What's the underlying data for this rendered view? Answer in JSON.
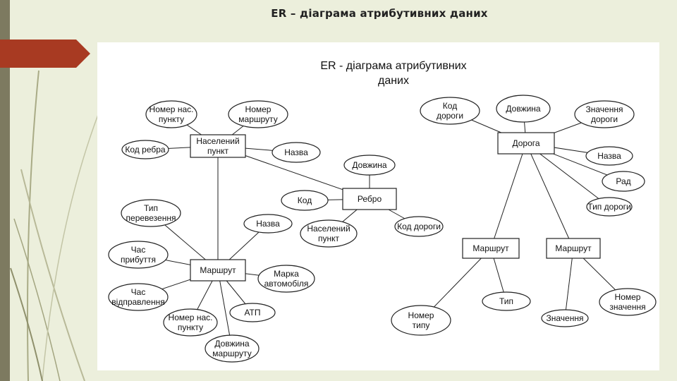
{
  "slide": {
    "title": "ER – діаграма атрибутивних даних",
    "accent_color": "#a83a22",
    "sidebar_color": "#7d7a60",
    "background_color": "#ecefdc"
  },
  "diagram": {
    "heading_line1": "ER - діаграма атрибутивних",
    "heading_line2": "даних",
    "entities": {
      "settlement": [
        "Населений",
        "пункт"
      ],
      "edge": [
        "Ребро"
      ],
      "route_left": [
        "Маршрут"
      ],
      "road": [
        "Дорога"
      ],
      "route_mid": [
        "Маршрут"
      ],
      "route_right": [
        "Маршрут"
      ]
    },
    "attributes": {
      "settlement_number": [
        "Номер нас.",
        "пункту"
      ],
      "settlement_route_number": [
        "Номер",
        "маршруту"
      ],
      "settlement_edge_code": [
        "Код ребра"
      ],
      "settlement_name": [
        "Назва"
      ],
      "edge_length": [
        "Довжина"
      ],
      "edge_code": [
        "Код"
      ],
      "edge_settlement": [
        "Населений",
        "пункт"
      ],
      "edge_road_code": [
        "Код дороги"
      ],
      "route_transport_type": [
        "Тип",
        "перевезення"
      ],
      "route_name": [
        "Назва"
      ],
      "route_arrival": [
        "Час",
        "прибуття"
      ],
      "route_vehicle": [
        "Марка",
        "автомобіля"
      ],
      "route_departure": [
        "Час",
        "відправлення"
      ],
      "route_settlement_number": [
        "Номер нас.",
        "пункту"
      ],
      "route_atp": [
        "АТП"
      ],
      "route_length": [
        "Довжина",
        "маршруту"
      ],
      "road_code": [
        "Код",
        "дороги"
      ],
      "road_length": [
        "Довжина"
      ],
      "road_value": [
        "Значення",
        "дороги"
      ],
      "road_name": [
        "Назва"
      ],
      "road_row": [
        "Рад"
      ],
      "road_type": [
        "Тип дороги"
      ],
      "routemid_type_number": [
        "Номер",
        "типу"
      ],
      "routemid_type": [
        "Тип"
      ],
      "routeright_value": [
        "Значення"
      ],
      "routeright_value_number": [
        "Номер",
        "значення"
      ]
    }
  }
}
